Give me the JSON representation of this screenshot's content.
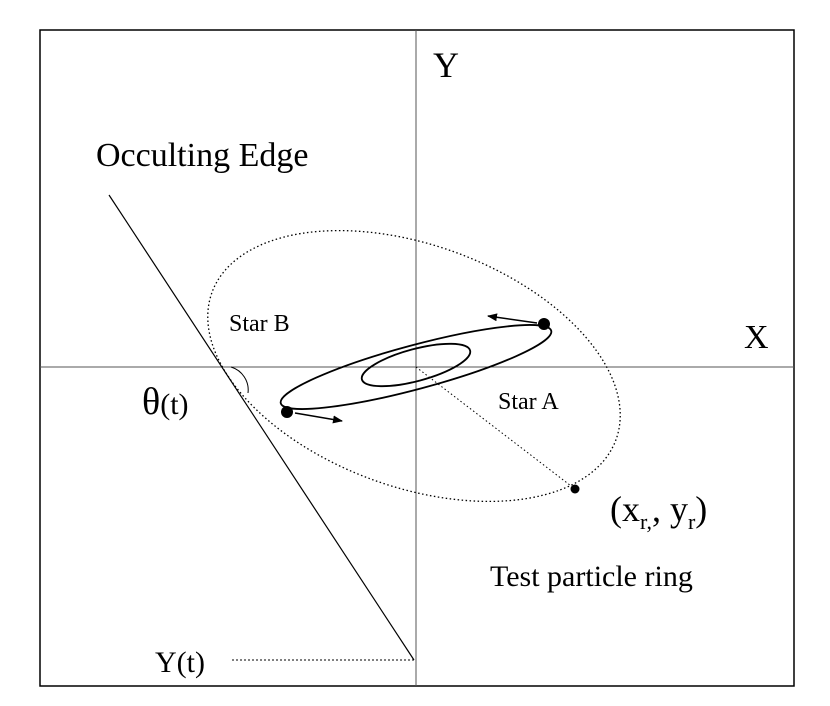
{
  "labels": {
    "y_axis": "Y",
    "x_axis": "X",
    "occulting_edge": "Occulting Edge",
    "star_b": "Star B",
    "star_a": "Star A",
    "theta": "θ",
    "theta_arg": "(t)",
    "ring_point_open": "(x",
    "ring_point_sub1": "r,",
    "ring_point_mid": ", y",
    "ring_point_sub2": "r",
    "ring_point_close": ")",
    "test_particle_ring": "Test particle ring",
    "y_of_t": "Y(t)"
  },
  "colors": {
    "line": "#000000",
    "axis": "#555555",
    "background": "#ffffff"
  }
}
